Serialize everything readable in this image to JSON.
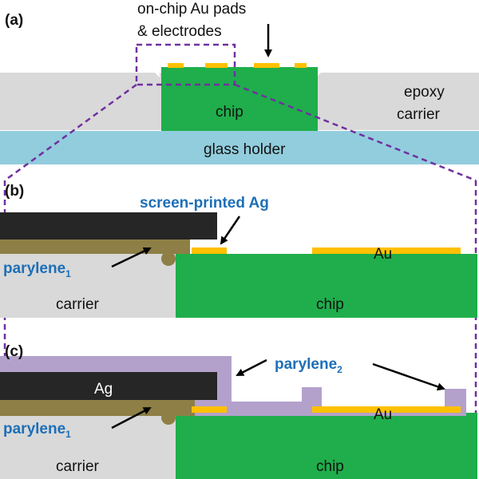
{
  "colors": {
    "carrier": "#d9d9d9",
    "chip": "#1fae4b",
    "glass": "#92cddd",
    "gold": "#ffc000",
    "silver": "#262626",
    "parylene1": "#8d7f45",
    "parylene2": "#b3a1cc",
    "dashed": "#7030a0",
    "blue_text": "#1d6fb8"
  },
  "panel_a": {
    "tag": "(a)",
    "callout_line1": "on-chip Au pads",
    "callout_line2": "& electrodes",
    "chip_label": "chip",
    "carrier_line1": "epoxy",
    "carrier_line2": "carrier",
    "glass_label": "glass holder"
  },
  "panel_b": {
    "tag": "(b)",
    "ag_label": "screen-printed Ag",
    "parylene_label": "parylene",
    "parylene_sub": "1",
    "au_label": "Au",
    "carrier_label": "carrier",
    "chip_label": "chip"
  },
  "panel_c": {
    "tag": "(c)",
    "ag_label": "Ag",
    "parylene1_label": "parylene",
    "parylene1_sub": "1",
    "parylene2_label": "parylene",
    "parylene2_sub": "2",
    "au_label": "Au",
    "carrier_label": "carrier",
    "chip_label": "chip"
  }
}
